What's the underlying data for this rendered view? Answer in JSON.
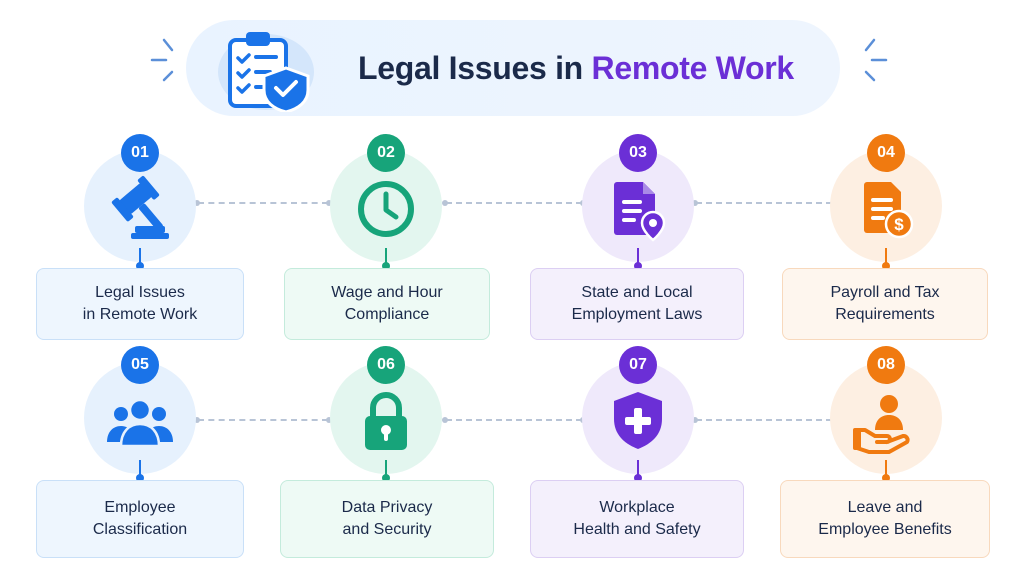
{
  "header": {
    "title_part1": "Legal Issues in ",
    "title_part2": "Remote Work",
    "icon": "clipboard-checklist-shield-icon"
  },
  "colors": {
    "navy": "#1b2a4a",
    "purple": "#6b2fd6",
    "blue": "#1a73e8",
    "green": "#17a47a",
    "orange": "#f07a10",
    "connector": "#b8c4d6"
  },
  "items": [
    {
      "number": "01",
      "label": "Legal Issues\nin Remote Work",
      "icon": "gavel-icon",
      "color": "blue"
    },
    {
      "number": "02",
      "label": "Wage and Hour\nCompliance",
      "icon": "clock-icon",
      "color": "green"
    },
    {
      "number": "03",
      "label": "State and Local\nEmployment Laws",
      "icon": "document-location-icon",
      "color": "purple"
    },
    {
      "number": "04",
      "label": "Payroll and Tax\nRequirements",
      "icon": "invoice-dollar-icon",
      "color": "orange"
    },
    {
      "number": "05",
      "label": "Employee\nClassification",
      "icon": "people-group-icon",
      "color": "blue"
    },
    {
      "number": "06",
      "label": "Data Privacy\nand Security",
      "icon": "padlock-icon",
      "color": "green"
    },
    {
      "number": "07",
      "label": "Workplace\nHealth and Safety",
      "icon": "shield-plus-icon",
      "color": "purple"
    },
    {
      "number": "08",
      "label": "Leave and\nEmployee Benefits",
      "icon": "hand-person-icon",
      "color": "orange"
    }
  ]
}
